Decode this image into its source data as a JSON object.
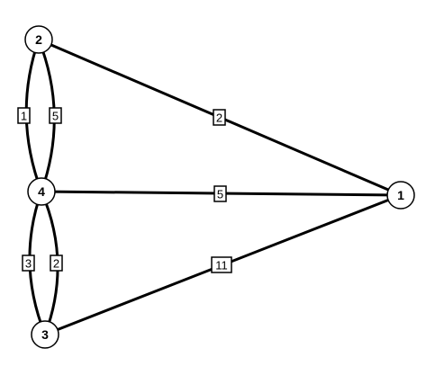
{
  "graph": {
    "nodes": [
      {
        "id": "n1",
        "label": "1"
      },
      {
        "id": "n2",
        "label": "2"
      },
      {
        "id": "n3",
        "label": "3"
      },
      {
        "id": "n4",
        "label": "4"
      }
    ],
    "edges": [
      {
        "id": "e2-1",
        "from": "2",
        "to": "1",
        "weight": "2"
      },
      {
        "id": "e4-1",
        "from": "4",
        "to": "1",
        "weight": "5"
      },
      {
        "id": "e3-1",
        "from": "3",
        "to": "1",
        "weight": "11"
      },
      {
        "id": "e2-4a",
        "from": "2",
        "to": "4",
        "weight": "1"
      },
      {
        "id": "e2-4b",
        "from": "2",
        "to": "4",
        "weight": "5"
      },
      {
        "id": "e4-3a",
        "from": "4",
        "to": "3",
        "weight": "3"
      },
      {
        "id": "e4-3b",
        "from": "4",
        "to": "3",
        "weight": "2"
      }
    ]
  }
}
